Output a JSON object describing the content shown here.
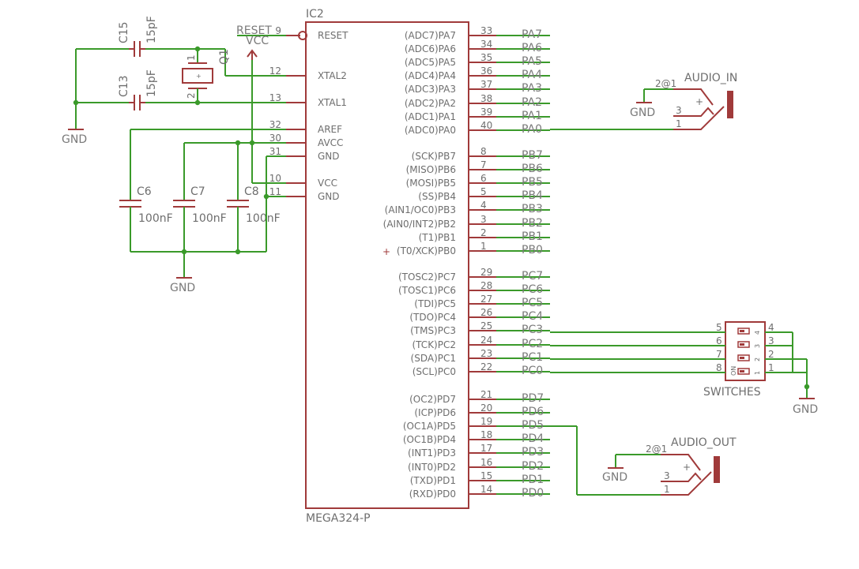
{
  "ic": {
    "ref": "IC2",
    "value": "MEGA324-P",
    "left_pins": [
      {
        "num": "9",
        "name": "RESET"
      },
      {
        "num": "12",
        "name": "XTAL2"
      },
      {
        "num": "13",
        "name": "XTAL1"
      },
      {
        "num": "32",
        "name": "AREF"
      },
      {
        "num": "30",
        "name": "AVCC"
      },
      {
        "num": "31",
        "name": "GND"
      },
      {
        "num": "10",
        "name": "VCC"
      },
      {
        "num": "11",
        "name": "GND"
      }
    ],
    "right_pins": [
      {
        "num": "33",
        "name": "(ADC7)PA7",
        "net": "PA7"
      },
      {
        "num": "34",
        "name": "(ADC6)PA6",
        "net": "PA6"
      },
      {
        "num": "35",
        "name": "(ADC5)PA5",
        "net": "PA5"
      },
      {
        "num": "36",
        "name": "(ADC4)PA4",
        "net": "PA4"
      },
      {
        "num": "37",
        "name": "(ADC3)PA3",
        "net": "PA3"
      },
      {
        "num": "38",
        "name": "(ADC2)PA2",
        "net": "PA2"
      },
      {
        "num": "39",
        "name": "(ADC1)PA1",
        "net": "PA1"
      },
      {
        "num": "40",
        "name": "(ADC0)PA0",
        "net": "PA0"
      },
      {
        "num": "8",
        "name": "(SCK)PB7",
        "net": "PB7"
      },
      {
        "num": "7",
        "name": "(MISO)PB6",
        "net": "PB6"
      },
      {
        "num": "6",
        "name": "(MOSI)PB5",
        "net": "PB5"
      },
      {
        "num": "5",
        "name": "(SS)PB4",
        "net": "PB4"
      },
      {
        "num": "4",
        "name": "(AIN1/OC0)PB3",
        "net": "PB3"
      },
      {
        "num": "3",
        "name": "(AIN0/INT2)PB2",
        "net": "PB2"
      },
      {
        "num": "2",
        "name": "(T1)PB1",
        "net": "PB1"
      },
      {
        "num": "1",
        "name": "(T0/XCK)PB0",
        "net": "PB0"
      },
      {
        "num": "29",
        "name": "(TOSC2)PC7",
        "net": "PC7"
      },
      {
        "num": "28",
        "name": "(TOSC1)PC6",
        "net": "PC6"
      },
      {
        "num": "27",
        "name": "(TDI)PC5",
        "net": "PC5"
      },
      {
        "num": "26",
        "name": "(TDO)PC4",
        "net": "PC4"
      },
      {
        "num": "25",
        "name": "(TMS)PC3",
        "net": "PC3"
      },
      {
        "num": "24",
        "name": "(TCK)PC2",
        "net": "PC2"
      },
      {
        "num": "23",
        "name": "(SDA)PC1",
        "net": "PC1"
      },
      {
        "num": "22",
        "name": "(SCL)PC0",
        "net": "PC0"
      },
      {
        "num": "21",
        "name": "(OC2)PD7",
        "net": "PD7"
      },
      {
        "num": "20",
        "name": "(ICP)PD6",
        "net": "PD6"
      },
      {
        "num": "19",
        "name": "(OC1A)PD5",
        "net": "PD5"
      },
      {
        "num": "18",
        "name": "(OC1B)PD4",
        "net": "PD4"
      },
      {
        "num": "17",
        "name": "(INT1)PD3",
        "net": "PD3"
      },
      {
        "num": "16",
        "name": "(INT0)PD2",
        "net": "PD2"
      },
      {
        "num": "15",
        "name": "(TXD)PD1",
        "net": "PD1"
      },
      {
        "num": "14",
        "name": "(RXD)PD0",
        "net": "PD0"
      }
    ]
  },
  "labels": {
    "reset": "RESET",
    "vcc": "VCC",
    "plus": "+",
    "gnd": "GND"
  },
  "crystal": {
    "ref": "Q1",
    "pin1": "1",
    "pin2": "2"
  },
  "caps": {
    "c15": {
      "ref": "C15",
      "value": "15pF"
    },
    "c13": {
      "ref": "C13",
      "value": "15pF"
    },
    "c6": {
      "ref": "C6",
      "value": "100nF"
    },
    "c7": {
      "ref": "C7",
      "value": "100nF"
    },
    "c8": {
      "ref": "C8",
      "value": "100nF"
    }
  },
  "audio_in": {
    "name": "AUDIO_IN",
    "pin_a": "2@1",
    "pin_b": "3",
    "pin_c": "1",
    "plus": "+"
  },
  "audio_out": {
    "name": "AUDIO_OUT",
    "pin_a": "2@1",
    "pin_b": "3",
    "pin_c": "1",
    "plus": "+"
  },
  "switches": {
    "name": "SWITCHES",
    "on_label": "ON",
    "left_pins": [
      "5",
      "6",
      "7",
      "8"
    ],
    "right_pins": [
      "4",
      "3",
      "2",
      "1"
    ],
    "sw_labels": [
      "4",
      "3",
      "2",
      "1"
    ]
  },
  "colors": {
    "symbol": "#a03a3a",
    "wire": "#3a9a2a",
    "text": "#6e6e6e"
  }
}
